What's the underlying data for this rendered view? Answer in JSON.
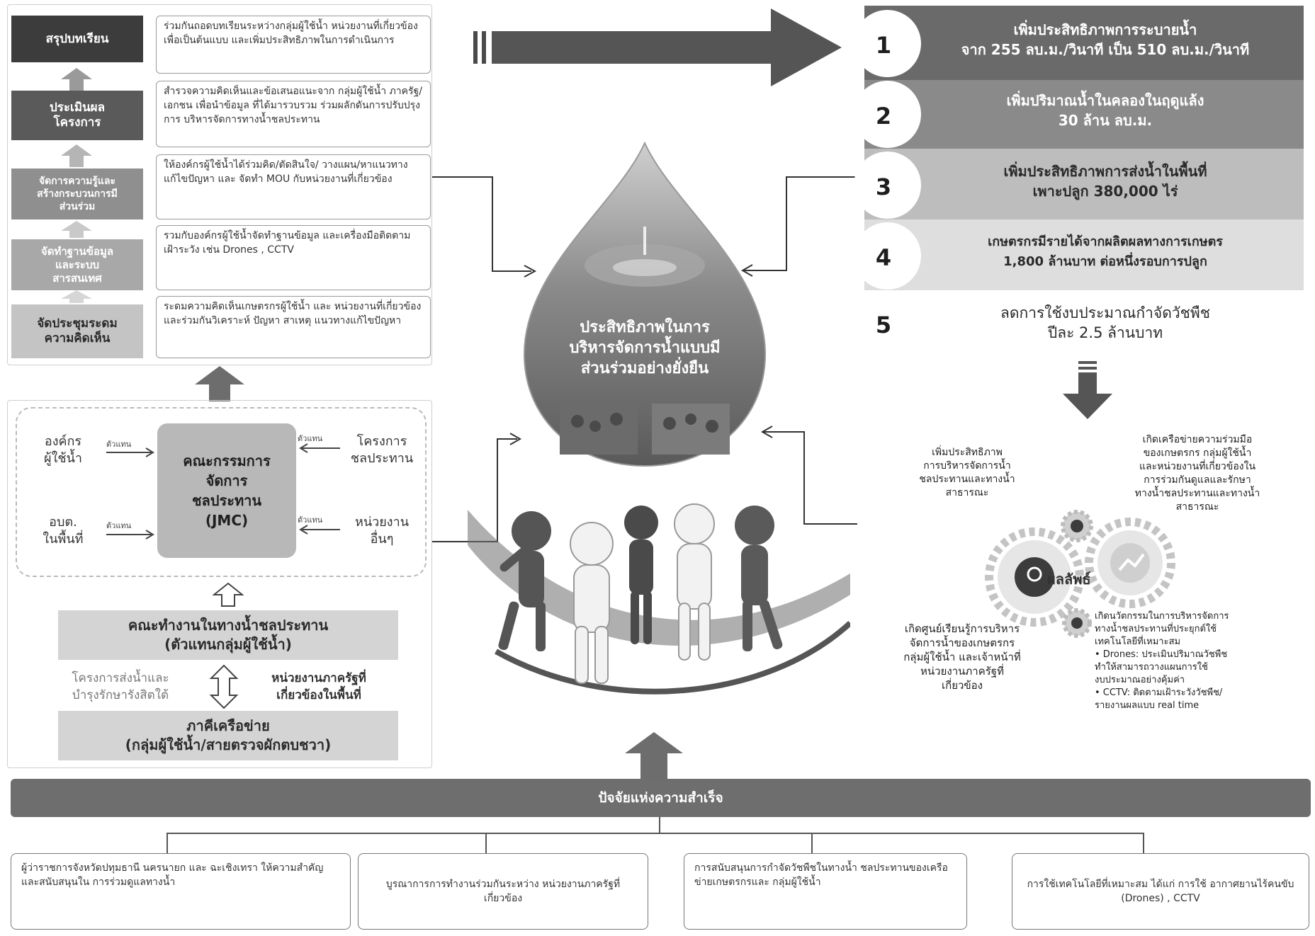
{
  "steps": [
    {
      "label": "สรุปบทเรียน",
      "desc": "ร่วมกันถอดบทเรียนระหว่างกลุ่มผู้ใช้น้ำ หน่วยงานที่เกี่ยวข้อง เพื่อเป็นต้นแบบ และเพิ่มประสิทธิภาพในการดำเนินการ",
      "color": "#3c3c3c"
    },
    {
      "label": "ประเมินผล\nโครงการ",
      "desc": "สำรวจความคิดเห็นและข้อเสนอแนะจาก กลุ่มผู้ใช้น้ำ ภาครัฐ/เอกชน เพื่อนำข้อมูล ที่ได้มารวบรวม ร่วมผลักดันการปรับปรุงการ บริหารจัดการทางน้ำชลประทาน",
      "color": "#5a5a5a"
    },
    {
      "label": "จัดการความรู้และ\nสร้างกระบวนการมี\nส่วนร่วม",
      "desc": "ให้องค์กรผู้ใช้น้ำได้ร่วมคิด/ตัดสินใจ/ วางแผน/หาแนวทางแก้ไขปัญหา และ จัดทำ MOU กับหน่วยงานที่เกี่ยวข้อง",
      "color": "#8f8f8f"
    },
    {
      "label": "จัดทำฐานข้อมูล\nและระบบ\nสารสนเทศ",
      "desc": "รวมกับองค์กรผู้ใช้น้ำจัดทำฐานข้อมูล และเครื่องมือติดตามเฝ้าระวัง เช่น Drones , CCTV",
      "color": "#a8a8a8"
    },
    {
      "label": "จัดประชุมระดม\nความคิดเห็น",
      "desc": "ระดมความคิดเห็นเกษตรกรผู้ใช้น้ำ และ หน่วยงานที่เกี่ยวข้อง และร่วมกันวิเคราะห์ ปัญหา สาเหตุ แนวทางแก้ไขปัญหา",
      "color": "#c4c4c4"
    }
  ],
  "jmc": {
    "center": "คณะกรรมการ\nจัดการ\nชลประทาน\n(JMC)",
    "left_top": "องค์กร\nผู้ใช้น้ำ",
    "left_bottom": "อบต.\nในพื้นที่",
    "right_top": "โครงการ\nชลประทาน",
    "right_bottom": "หน่วยงาน\nอื่นๆ",
    "rep": "ตัวแทน",
    "working_group": "คณะทำงานในทางน้ำชลประทาน\n(ตัวแทนกลุ่มผู้ใช้น้ำ)",
    "project_left": "โครงการส่งน้ำและ\nบำรุงรักษารังสิตใต้",
    "gov_right": "หน่วยงานภาครัฐที่\nเกี่ยวข้องในพื้นที่",
    "network": "ภาคีเครือข่าย\n(กลุ่มผู้ใช้น้ำ/สายตรวจผักตบชวา)"
  },
  "drop": {
    "title": "ประสิทธิภาพในการ\nบริหารจัดการน้ำแบบมี\nส่วนร่วมอย่างยั่งยืน"
  },
  "results": [
    {
      "num": "1",
      "text": "เพิ่มประสิทธิภาพการระบายน้ำ\nจาก 255 ลบ.ม./วินาที เป็น 510 ลบ.ม./วินาที",
      "bg": "#6a6a6a",
      "fg": "#ffffff"
    },
    {
      "num": "2",
      "text": "เพิ่มปริมาณน้ำในคลองในฤดูแล้ง\n30 ล้าน ลบ.ม.",
      "bg": "#8a8a8a",
      "fg": "#ffffff"
    },
    {
      "num": "3",
      "text": "เพิ่มประสิทธิภาพการส่งน้ำในพื้นที่\nเพาะปลูก 380,000 ไร่",
      "bg": "#bdbdbd",
      "fg": "#2a2a2a"
    },
    {
      "num": "4",
      "text": "เกษตรกรมีรายได้จากผลิตผลทางการเกษตร\n1,800 ล้านบาท ต่อหนึ่งรอบการปลูก",
      "bg": "#dedede",
      "fg": "#2a2a2a"
    },
    {
      "num": "5",
      "text": "ลดการใช้งบประมาณกำจัดวัชพืช\nปีละ 2.5 ล้านบาท",
      "bg": "#ffffff",
      "fg": "#2a2a2a"
    }
  ],
  "outcomes": {
    "label": "ผลลัพธ์",
    "top_left": "เพิ่มประสิทธิภาพ\nการบริหารจัดการน้ำ\nชลประทานและทางน้ำ\nสาธารณะ",
    "top_right": "เกิดเครือข่ายความร่วมมือ\nของเกษตรกร กลุ่มผู้ใช้น้ำ\nและหน่วยงานที่เกี่ยวข้องใน\nการร่วมกันดูแลและรักษา\nทางน้ำชลประทานและทางน้ำ\nสาธารณะ",
    "bottom_left": "เกิดศูนย์เรียนรู้การบริหาร\nจัดการน้ำของเกษตรกร\nกลุ่มผู้ใช้น้ำ และเจ้าหน้าที่\nหน่วยงานภาครัฐที่\nเกี่ยวข้อง",
    "bottom_right": "เกิดนวัตกรรมในการบริหารจัดการ\nทางน้ำชลประทานที่ประยุกต์ใช้\nเทคโนโลยีที่เหมาะสม\n• Drones: ประเมินปริมาณวัชพืช\n  ทำให้สามารถวางแผนการใช้\n  งบประมาณอย่างคุ้มค่า\n• CCTV: ติดตามเฝ้าระวังวัชพืช/\n  รายงานผลแบบ real time"
  },
  "success": {
    "title": "ปัจจัยแห่งความสำเร็จ",
    "factors": [
      "ผู้ว่าราชการจังหวัดปทุมธานี นครนายก และ ฉะเชิงเทรา ให้ความสำคัญและสนับสนุนใน การร่วมดูแลทางน้ำ",
      "บูรณาการการทำงานร่วมกันระหว่าง หน่วยงานภาครัฐที่เกี่ยวข้อง",
      "การสนับสนุนการกำจัดวัชพืชในทางน้ำ ชลประทานของเครือข่ายเกษตรกรและ กลุ่มผู้ใช้น้ำ",
      "การใช้เทคโนโลยีที่เหมาะสม ได้แก่ การใช้ อากาศยานไร้คนขับ (Drones) , CCTV"
    ]
  }
}
